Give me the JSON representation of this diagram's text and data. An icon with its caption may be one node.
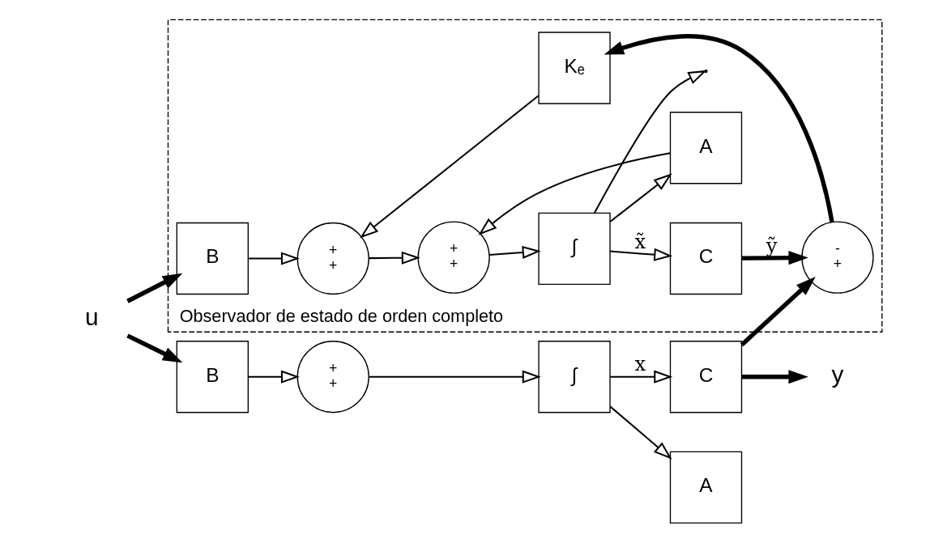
{
  "diagram": {
    "nodes": [
      {
        "text": [
          "u"
        ]
      },
      {
        "text": [
          "B"
        ]
      },
      {
        "text": [
          "+",
          "+"
        ]
      },
      {
        "text": [
          "∫"
        ]
      },
      {
        "text": [
          "C"
        ]
      },
      {
        "text": [
          "A"
        ]
      },
      {
        "text": [
          "y"
        ]
      },
      {
        "text": [
          "Observador de estado de orden completo"
        ]
      },
      {
        "text": [
          "B"
        ],
        "in": 7
      },
      {
        "text": [
          "+",
          "+"
        ],
        "in": 7
      },
      {
        "text": [
          "+",
          "+"
        ],
        "in": 7
      },
      {
        "text": [
          "∫"
        ],
        "in": 7
      },
      {
        "text": [
          "C"
        ],
        "in": 7
      },
      {
        "text": [
          "A"
        ],
        "in": 7
      },
      {
        "text": [
          "-",
          "+"
        ],
        "in": 7
      },
      {
        "text": [
          "Kₑ"
        ],
        "in": 7
      }
    ],
    "edges": [
      {
        "from": 0,
        "to": 1,
        "arrow": "to",
        "style": "thick"
      },
      {
        "from": 0,
        "to": 8,
        "arrow": "to",
        "style": "thick"
      },
      {
        "from": 1,
        "to": 2,
        "arrow": "to"
      },
      {
        "from": 2,
        "to": 3,
        "arrow": "to"
      },
      {
        "from": 3,
        "to": 4,
        "arrow": "to",
        "label": "x"
      },
      {
        "from": 3,
        "to": 5,
        "arrow": "to"
      },
      {
        "from": 4,
        "to": 6,
        "arrow": "to",
        "style": "thick"
      },
      {
        "from": 4,
        "to": 14,
        "arrow": "to",
        "style": "thick"
      },
      {
        "from": 8,
        "to": 9,
        "arrow": "to"
      },
      {
        "from": 9,
        "to": 10,
        "arrow": "to"
      },
      {
        "from": 10,
        "to": 11,
        "arrow": "to"
      },
      {
        "from": 11,
        "to": 12,
        "arrow": "to",
        "label": "x̃"
      },
      {
        "from": 11,
        "to": 13,
        "arrow": "to"
      },
      {
        "from": 11,
        "to": null,
        "arrow": "to"
      },
      {
        "from": 13,
        "to": 10,
        "arrow": "to"
      },
      {
        "from": 12,
        "to": 14,
        "arrow": "to",
        "style": "thick",
        "label": "ỹ"
      },
      {
        "from": 14,
        "to": 15,
        "arrow": "to",
        "style": "thick"
      },
      {
        "from": 15,
        "to": 9,
        "arrow": "to"
      }
    ]
  }
}
